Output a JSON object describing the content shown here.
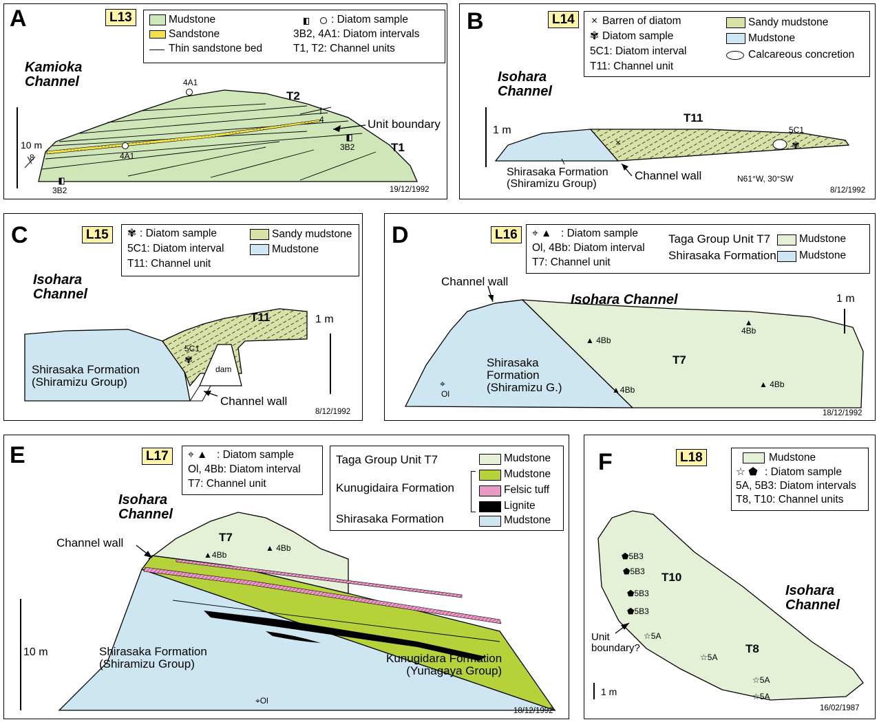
{
  "colors": {
    "green": "#cfe6b8",
    "pale_green": "#e4f1d6",
    "blue": "#cde6f1",
    "lime": "#b6d23b",
    "pink": "#e79ac4",
    "sand": "#f3e24a",
    "locbox": "#fff4a8"
  },
  "A": {
    "letter": "A",
    "loc": "L13",
    "legend": {
      "mudstone": "Mudstone",
      "sandstone": "Sandstone",
      "thin": "Thin sandstone bed",
      "diatom": ": Diatom sample",
      "intervals": "3B2, 4A1: Diatom intervals",
      "units": "T1, T2: Channel units"
    },
    "channel": "Kamioka\nChannel",
    "t2": "T2",
    "t1": "T1",
    "unit_boundary": "Unit boundary",
    "s1": "4A1",
    "s2": "4A1",
    "s3": "3B2",
    "s4": "3B2",
    "dip1": "4",
    "dip2": "8",
    "scale": "10 m",
    "date": "19/12/1992"
  },
  "B": {
    "letter": "B",
    "loc": "L14",
    "legend": {
      "barren": "Barren of diatom",
      "diatom": "Diatom sample",
      "interval": "5C1: Diatom interval",
      "unit": "T11: Channel unit",
      "sandy": "Sandy mudstone",
      "mud": "Mudstone",
      "calc": "Calcareous concretion"
    },
    "channel": "Isohara\nChannel",
    "t11": "T11",
    "s": "5C1",
    "formation": "Shirasaka Formation\n(Shiramizu Group)",
    "wall": "Channel wall",
    "orient": "N61°W, 30°SW",
    "scale": "1 m",
    "date": "8/12/1992"
  },
  "C": {
    "letter": "C",
    "loc": "L15",
    "legend": {
      "diatom": ": Diatom sample",
      "interval": "5C1: Diatom interval",
      "unit": "T11: Channel unit",
      "sandy": "Sandy mudstone",
      "mud": "Mudstone"
    },
    "channel": "Isohara\nChannel",
    "t11": "T11",
    "s": "5C1",
    "dam": "dam",
    "formation": "Shirasaka Formation\n(Shiramizu Group)",
    "wall": "Channel wall",
    "scale": "1 m",
    "date": "8/12/1992"
  },
  "D": {
    "letter": "D",
    "loc": "L16",
    "legend": {
      "diatom": ": Diatom sample",
      "interval": "Ol, 4Bb: Diatom interval",
      "unit": "T7: Channel unit",
      "taga": "Taga Group Unit T7",
      "shira": "Shirasaka Formation",
      "mud1": "Mudstone",
      "mud2": "Mudstone"
    },
    "wall": "Channel wall",
    "channel": "Isohara Channel",
    "t7": "T7",
    "formation": "Shirasaka\nFormation\n(Shiramizu G.)",
    "ol": "Ol",
    "s1": "4Bb",
    "s2": "4Bb",
    "s3": "4Bb",
    "s4": "4Bb",
    "scale": "1 m",
    "date": "18/12/1992"
  },
  "E": {
    "letter": "E",
    "loc": "L17",
    "legend": {
      "diatom": ": Diatom sample",
      "interval": "Ol, 4Bb: Diatom interval",
      "unit": "T7: Channel unit",
      "taga": "Taga Group Unit T7",
      "kunu": "Kunugidaira Formation",
      "shira": "Shirasaka Formation",
      "mud1": "Mudstone",
      "mud2": "Mudstone",
      "tuff": "Felsic tuff",
      "lignite": "Lignite",
      "mud3": "Mudstone"
    },
    "channel": "Isohara\nChannel",
    "wall": "Channel wall",
    "t7": "T7",
    "s1": "4Bb",
    "s2": "4Bb",
    "formation": "Shirasaka Formation\n(Shiramizu Group)",
    "kunu_label": "Kunugidara Formation\n(Yunagaya Group)",
    "ol": "Ol",
    "scale": "10 m",
    "date": "18/12/1992"
  },
  "F": {
    "letter": "F",
    "loc": "L18",
    "legend": {
      "mud": "Mudstone",
      "diatom": ": Diatom sample",
      "interval": "5A, 5B3: Diatom intervals",
      "units": "T8, T10: Channel units"
    },
    "t10": "T10",
    "t8": "T8",
    "channel": "Isohara\nChannel",
    "ub": "Unit\nboundary?",
    "b1": "5B3",
    "b2": "5B3",
    "b3": "5B3",
    "b4": "5B3",
    "a1": "5A",
    "a2": "5A",
    "a3": "5A",
    "a4": "5A",
    "scale": "1 m",
    "date": "16/02/1987"
  }
}
